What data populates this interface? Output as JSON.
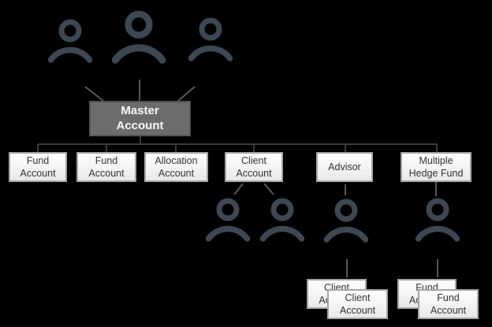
{
  "nodes": {
    "master": "Master Account",
    "children": [
      "Fund Account",
      "Fund Account",
      "Allocation Account",
      "Client Account",
      "Advisor",
      "Multiple Hedge Fund"
    ],
    "advisor_client_stack": [
      "Client Account",
      "Client Account"
    ],
    "hedge_fund_stack": [
      "Fund Account",
      "Fund Account"
    ]
  },
  "colors": {
    "background": "#000000",
    "user_icon": "#3e4754",
    "tree_line": "#3c3c3c",
    "link_line": "#585858",
    "master_fill": "#6c6c6c",
    "master_border": "#545454",
    "master_text": "#f8f8f8",
    "node_fill": "#ffffff",
    "node_border": "#a6a6a6",
    "node_text": "#333333"
  }
}
